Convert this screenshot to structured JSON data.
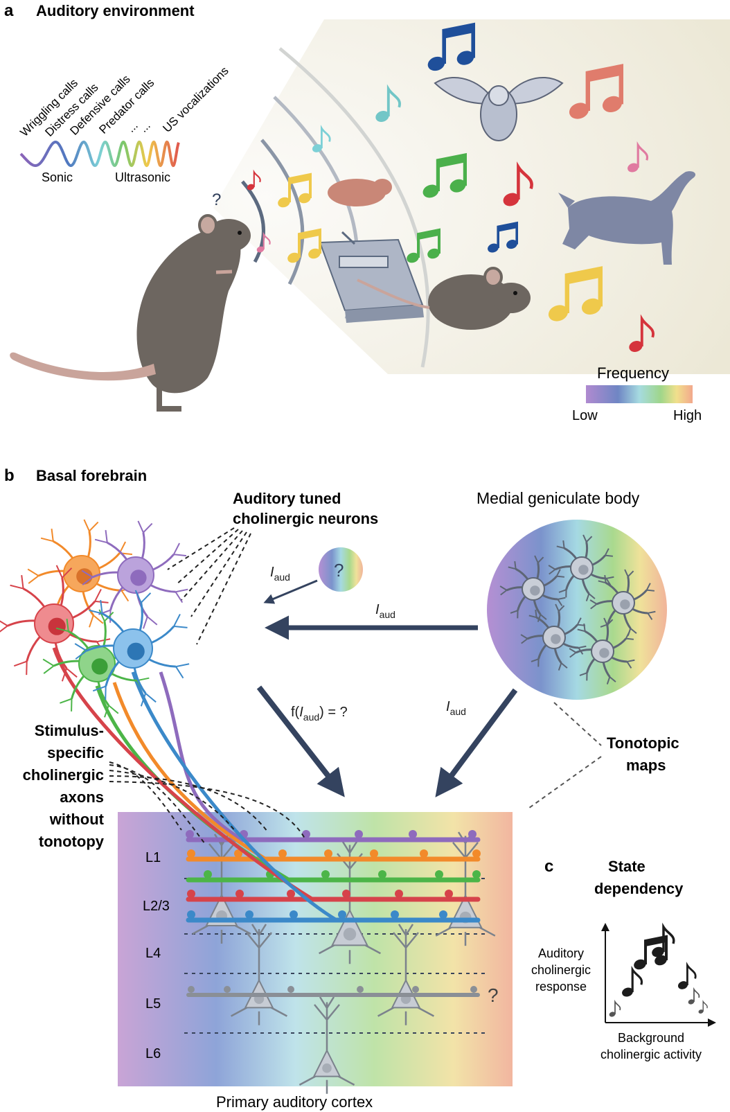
{
  "panel_a": {
    "letter": "a",
    "title": "Auditory environment",
    "call_types": [
      "Wriggling calls",
      "Distress calls",
      "Defensive calls",
      "Predator calls",
      "...",
      "...",
      "US vocalizations"
    ],
    "spectrum_low": "Sonic",
    "spectrum_high": "Ultrasonic",
    "question_mark": "?",
    "frequency_legend": {
      "title": "Frequency",
      "low": "Low",
      "high": "High"
    }
  },
  "panel_b": {
    "letter": "b",
    "title": "Basal forebrain",
    "tuned_neurons_label": [
      "Auditory tuned",
      "cholinergic neurons"
    ],
    "mgb_label": "Medial geniculate body",
    "unknown_source_mark": "?",
    "arrow_labels": {
      "small_iaud": {
        "i": "I",
        "sub": "aud"
      },
      "mgb_to_bf": {
        "i": "I",
        "sub": "aud"
      },
      "function": {
        "pre": "f(",
        "i": "I",
        "sub": "aud",
        "post": ") = ?"
      },
      "mgb_to_cortex": {
        "i": "I",
        "sub": "aud"
      }
    },
    "axons_label": [
      "Stimulus-",
      "specific",
      "cholinergic",
      "axons",
      "without",
      "tonotopy"
    ],
    "tonotopic_label": [
      "Tonotopic",
      "maps"
    ],
    "layers": [
      "L1",
      "L2/3",
      "L4",
      "L5",
      "L6"
    ],
    "l5_question": "?",
    "cortex_label": "Primary auditory cortex"
  },
  "panel_c": {
    "letter": "c",
    "title": [
      "State",
      "dependency"
    ],
    "ylabel": [
      "Auditory",
      "cholinergic",
      "response"
    ],
    "xlabel": [
      "Background",
      "cholinergic activity"
    ]
  },
  "colors": {
    "arrow": "#34435f",
    "purple": "#8e6bbd",
    "orange": "#f28a2a",
    "green": "#4cb548",
    "red": "#d6434a",
    "blue": "#3b89c9",
    "gray": "#8a8f96",
    "mouse": "#6d6660"
  },
  "icons": [
    "music-note-icon",
    "owl-icon",
    "cat-icon",
    "mouse-icon",
    "mouse-trap-icon",
    "neuron-icon"
  ]
}
